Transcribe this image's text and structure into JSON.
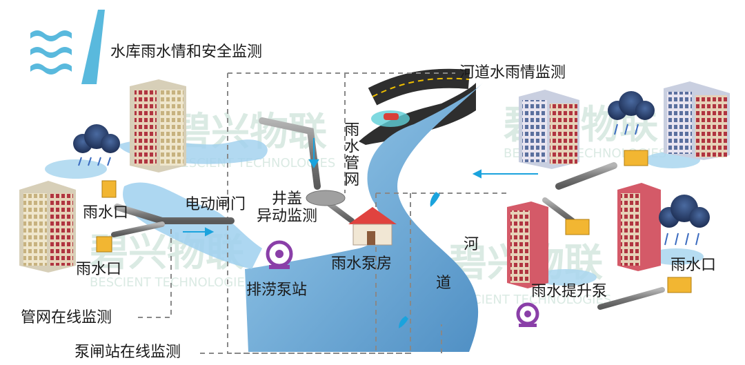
{
  "title_reservoir": "水库雨水情和安全监测",
  "title_river_monitor": "河道水雨情监测",
  "pipe_network_vertical": "雨水管网",
  "manhole": "井盖\n异动监测",
  "gate": "电动闸门",
  "rain_inlet_1": "雨水口",
  "rain_inlet_2": "雨水口",
  "rain_inlet_3": "雨水口",
  "pump_house": "雨水泵房",
  "drainage_station": "排涝泵站",
  "river_char_1": "河",
  "river_char_2": "道",
  "lift_pump": "雨水提升泵",
  "pipe_online": "管网在线监测",
  "pump_gate_online": "泵闸站在线监测",
  "watermark": "碧兴物联",
  "watermark_en": "BESCIENT TECHNOLOGIES",
  "colors": {
    "river": "#6aa4cf",
    "river_light": "#9fd0ee",
    "pipe": "#8c8c8c",
    "pump": "#8a3fa8",
    "inlet": "#f2b632",
    "building_red": "#c23b4a",
    "building_cream": "#eadfc4",
    "building_blue": "#6f86b8",
    "reservoir_icon": "#59b9dd",
    "dashed_line": "#888888"
  }
}
